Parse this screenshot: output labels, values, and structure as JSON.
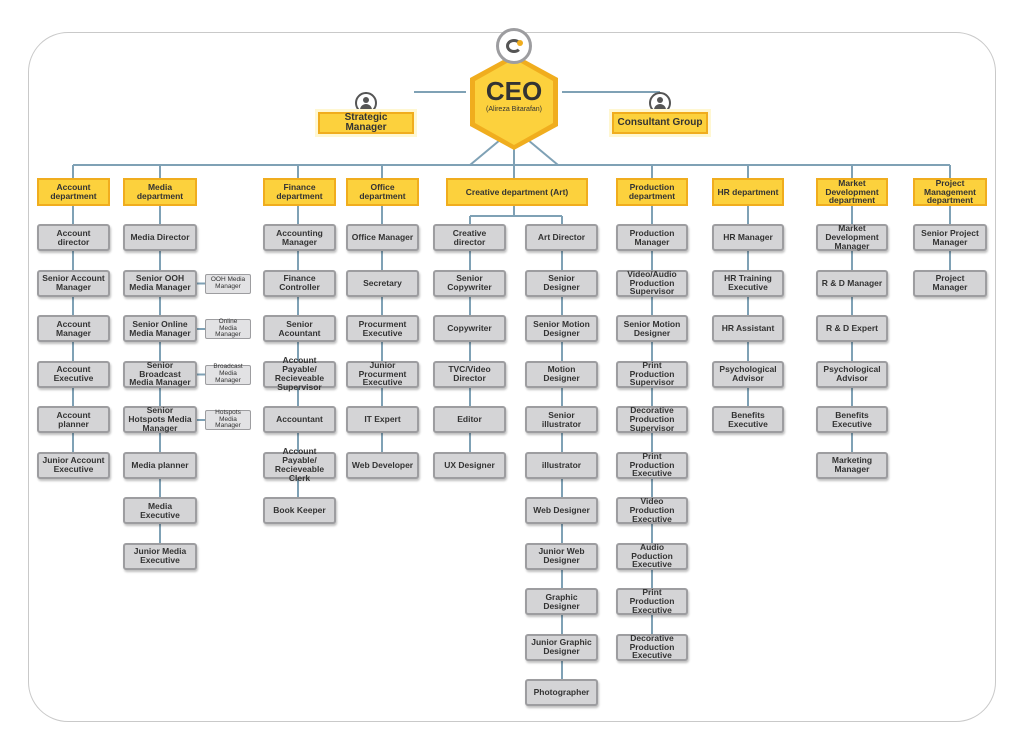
{
  "ceo": {
    "title": "CEO",
    "name": "(Alireza Bitarafan)"
  },
  "side_roles": {
    "left": "Strategic Manager",
    "right": "Consultant Group"
  },
  "colors": {
    "department": "#fcd13d",
    "department_border": "#f0ad1e",
    "role": "#d4d4d6",
    "role_border": "#9d9da0",
    "connector": "#7fa1b5"
  },
  "departments": [
    {
      "name": "Account department",
      "roles": [
        "Account director",
        "Senior Account Manager",
        "Account Manager",
        "Account Executive",
        "Account planner",
        "Junior Account Executive"
      ]
    },
    {
      "name": "Media department",
      "roles": [
        "Media Director",
        "Senior OOH Media Manager",
        "Senior Online Media Manager",
        "Senior Broadcast Media Manager",
        "Senior Hotspots Media Manager",
        "Media planner",
        "Media Executive",
        "Junior Media Executive"
      ],
      "sub_roles": [
        "OOH Media Manager",
        "Online Media Manager",
        "Broadcast Media Manager",
        "Hotspots Media Manager"
      ]
    },
    {
      "name": "Finance department",
      "roles": [
        "Accounting Manager",
        "Finance Controller",
        "Senior Acountant",
        "Account Payable/ Recieveable Supervisor",
        "Accountant",
        "Account Payable/ Recieveable Clerk",
        "Book Keeper"
      ]
    },
    {
      "name": "Office department",
      "roles": [
        "Office Manager",
        "Secretary",
        "Procurment Executive",
        "Junior Procurment Executive",
        "IT Expert",
        "Web Developer"
      ]
    },
    {
      "name": "Creative department (Art)",
      "col1": [
        "Creative director",
        "Senior Copywriter",
        "Copywriter",
        "TVC/Video Director",
        "Editor",
        "UX Designer"
      ],
      "col2": [
        "Art Director",
        "Senior Designer",
        "Senior Motion Designer",
        "Motion Designer",
        "Senior illustrator",
        "illustrator",
        "Web Designer",
        "Junior Web Designer",
        "Graphic Designer",
        "Junior Graphic Designer",
        "Photographer"
      ]
    },
    {
      "name": "Production department",
      "roles": [
        "Production Manager",
        "Video/Audio Production Supervisor",
        "Senior Motion Designer",
        "Print Production Supervisor",
        "Decorative Production Supervisor",
        "Print Production Executive",
        "Video Production Executive",
        "Audio Poduction Executive",
        "Print Production Executive",
        "Decorative Production Executive"
      ]
    },
    {
      "name": "HR department",
      "roles": [
        "HR Manager",
        "HR Training Executive",
        "HR Assistant",
        "Psychological Advisor",
        "Benefits Executive"
      ]
    },
    {
      "name": "Market Development department",
      "roles": [
        "Market Development Manager",
        "R & D Manager",
        "R & D Expert",
        "Psychological Advisor",
        "Benefits Executive",
        "Marketing Manager"
      ]
    },
    {
      "name": "Project Management department",
      "roles": [
        "Senior Project Manager",
        "Project Manager"
      ]
    }
  ]
}
